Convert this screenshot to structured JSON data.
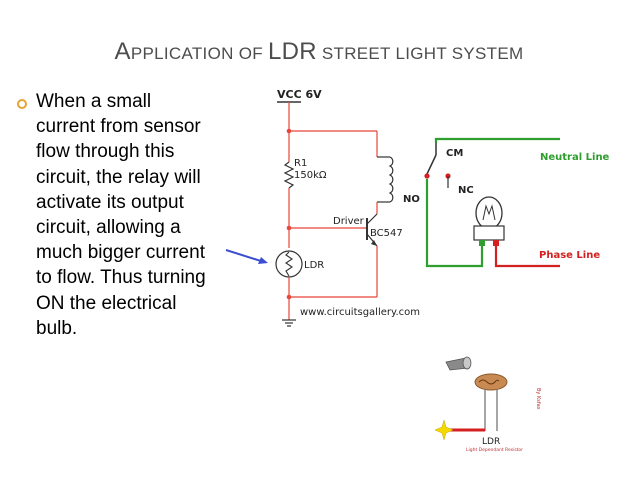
{
  "slide": {
    "title_first_letter": "A",
    "title_part1": "PPLICATION OF ",
    "title_ldr": "LDR",
    "title_part2": " STREET LIGHT SYSTEM",
    "bullet_text": "When a small current from sensor flow through this circuit, the relay will activate its output circuit, allowing a much bigger current to flow. Thus turning ON the electrical bulb."
  },
  "circuit": {
    "vcc_label": "VCC 6V",
    "r1_label": "R1",
    "r1_value": "150kΩ",
    "driver_label": "Driver",
    "transistor_label": "BC547",
    "ldr_label": "LDR",
    "no_label": "NO",
    "cm_label": "CM",
    "nc_label": "NC",
    "neutral_label": "Neutral Line",
    "phase_label": "Phase Line",
    "website": "www.circuitsgallery.com"
  },
  "ldr_photo": {
    "label": "LDR",
    "sublabel": "Light Dependant Resistor",
    "side_text": "By Ksfax"
  },
  "colors": {
    "bullet": "#e6a434",
    "wire_red": "#e8463a",
    "neutral_green": "#2e9e2e",
    "phase_red": "#d42020",
    "arrow_blue": "#3c4fd0",
    "title_gray": "#4d4d4d"
  }
}
